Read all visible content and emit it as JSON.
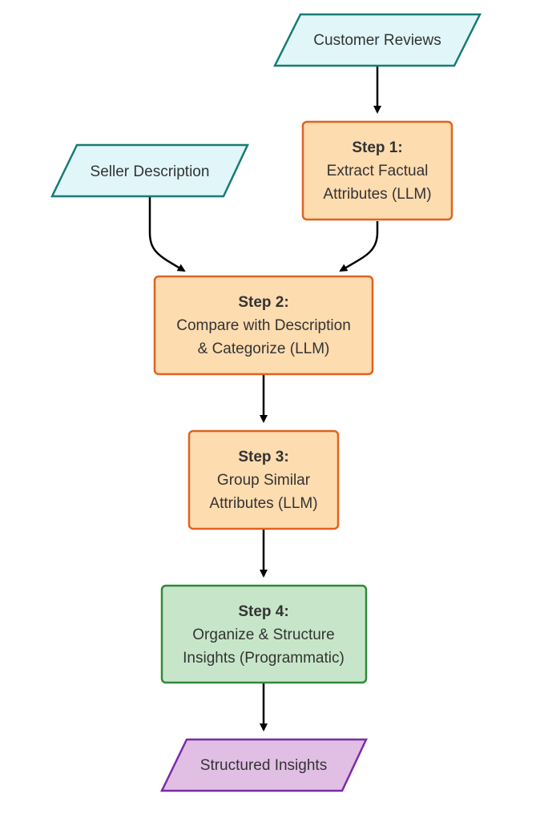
{
  "diagram": {
    "type": "flowchart",
    "colors": {
      "input_fill": "#e0f6f8",
      "input_stroke": "#177b74",
      "process_fill": "#fddcb0",
      "process_stroke": "#e0621f",
      "final_fill": "#c7e6c9",
      "final_stroke": "#2f8a38",
      "output_fill": "#e1bfe5",
      "output_stroke": "#7b2ba6",
      "arrow": "#000000",
      "text": "#333333"
    },
    "inputs": {
      "customer_reviews": "Customer Reviews",
      "seller_description": "Seller Description"
    },
    "steps": [
      {
        "title": "Step 1:",
        "line1": "Extract Factual",
        "line2": "Attributes (LLM)"
      },
      {
        "title": "Step 2:",
        "line1": "Compare with Description",
        "line2": "& Categorize (LLM)"
      },
      {
        "title": "Step 3:",
        "line1": "Group Similar",
        "line2": "Attributes (LLM)"
      },
      {
        "title": "Step 4:",
        "line1": "Organize & Structure",
        "line2": "Insights (Programmatic)"
      }
    ],
    "output": "Structured Insights",
    "edges": [
      [
        "Customer Reviews",
        "Step 1"
      ],
      [
        "Seller Description",
        "Step 2"
      ],
      [
        "Step 1",
        "Step 2"
      ],
      [
        "Step 2",
        "Step 3"
      ],
      [
        "Step 3",
        "Step 4"
      ],
      [
        "Step 4",
        "Structured Insights"
      ]
    ]
  }
}
